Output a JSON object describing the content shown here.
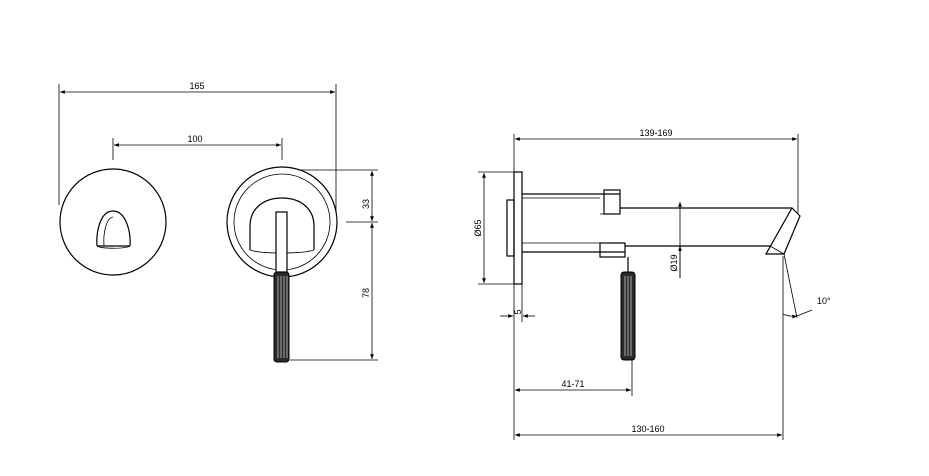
{
  "colors": {
    "line": "#000000",
    "background": "#ffffff",
    "knurl": "#2a2a2a"
  },
  "front_view": {
    "dim_overall_width": "165",
    "dim_centers": "100",
    "dim_plate_top": "33",
    "dim_handle_drop": "78"
  },
  "side_view": {
    "dim_total_length": "139-169",
    "dim_plate_diameter": "Ø65",
    "dim_spout_diameter": "Ø19",
    "dim_plate_thickness": "5",
    "dim_handle_offset": "41-71",
    "dim_spout_reach": "130-160",
    "dim_angle": "10°"
  }
}
